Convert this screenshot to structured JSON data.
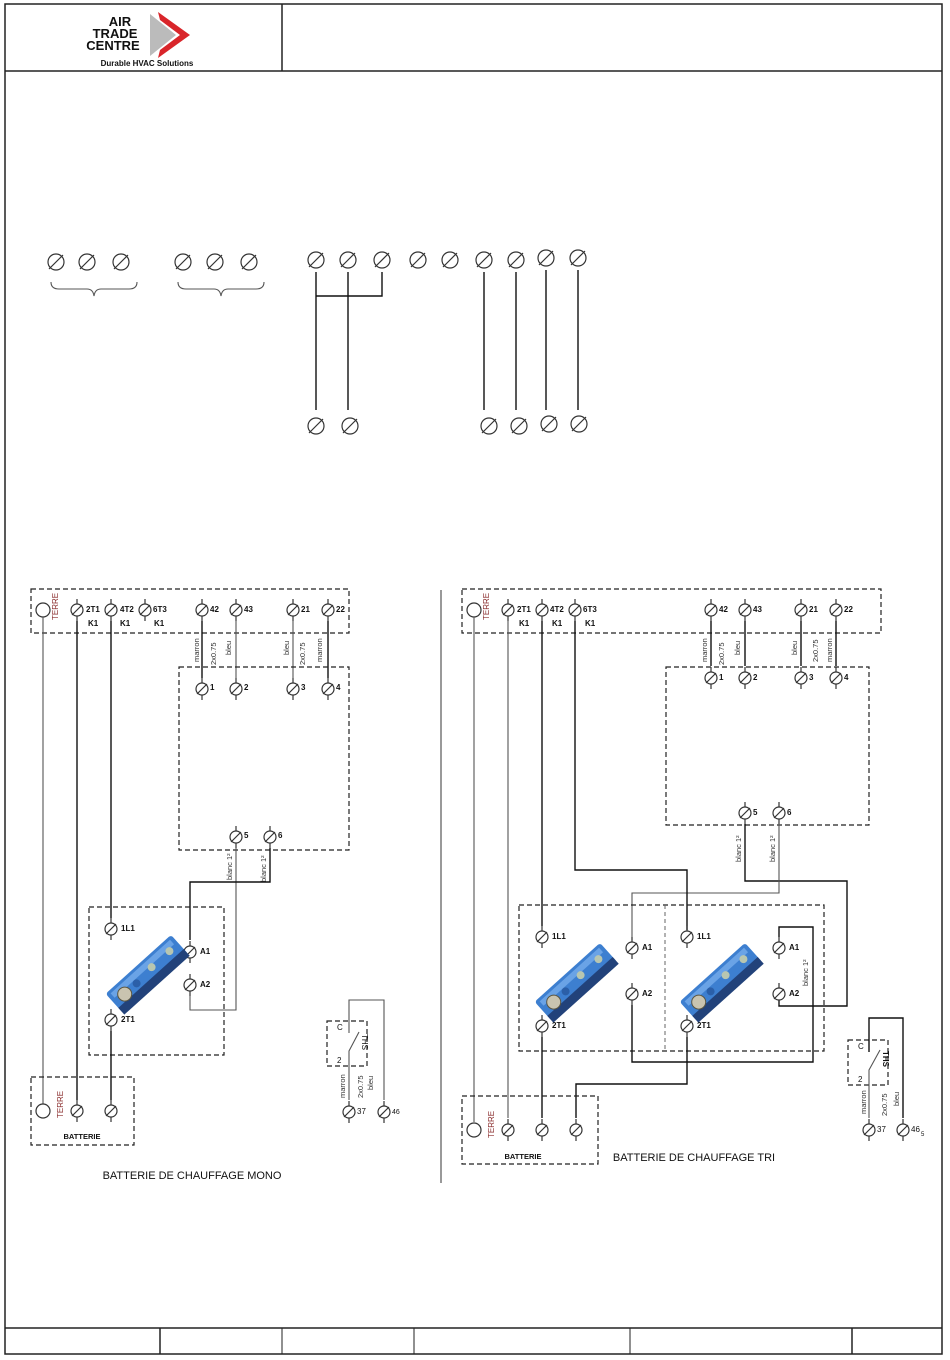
{
  "header": {
    "logo_line1": "AIR",
    "logo_line2": "TRADE",
    "logo_line3": "CENTRE",
    "tagline": "Durable HVAC Solutions",
    "brand_red": "#d9252a"
  },
  "mono": {
    "title": "BATTERIE DE CHAUFFAGE MONO",
    "terre": "TERRE",
    "t_2t1": "2T1",
    "t_4t2": "4T2",
    "t_6t3": "6T3",
    "k1": "K1",
    "t42": "42",
    "t43": "43",
    "t21": "21",
    "t22": "22",
    "w_marron": "marron",
    "w_2x075": "2x0.75",
    "w_bleu": "bleu",
    "r1": "1",
    "r2": "2",
    "r3": "3",
    "r4": "4",
    "r5": "5",
    "r6": "6",
    "w_blanc": "blanc 1²",
    "c_1l1": "1L1",
    "c_a1": "A1",
    "c_a2": "A2",
    "c_2t1": "2T1",
    "ths": "THS",
    "ths_c": "C",
    "ths_2": "2",
    "t37": "37",
    "t46": "46",
    "batterie": "BATTERIE"
  },
  "tri": {
    "title": "BATTERIE DE CHAUFFAGE TRI",
    "terre": "TERRE",
    "t_2t1": "2T1",
    "t_4t2": "4T2",
    "t_6t3": "6T3",
    "k1": "K1",
    "t42": "42",
    "t43": "43",
    "t21": "21",
    "t22": "22",
    "w_marron": "marron",
    "w_2x075": "2x0.75",
    "w_bleu": "bleu",
    "r1": "1",
    "r2": "2",
    "r3": "3",
    "r4": "4",
    "r5": "5",
    "r6": "6",
    "w_blanc": "blanc 1²",
    "c_1l1": "1L1",
    "c_a1": "A1",
    "c_a2": "A2",
    "c_2t1": "2T1",
    "ths": "THS",
    "ths_c": "C",
    "ths_2": "2",
    "t37": "37",
    "t46": "46",
    "t46_suffix": "5",
    "batterie": "BATTERIE"
  }
}
